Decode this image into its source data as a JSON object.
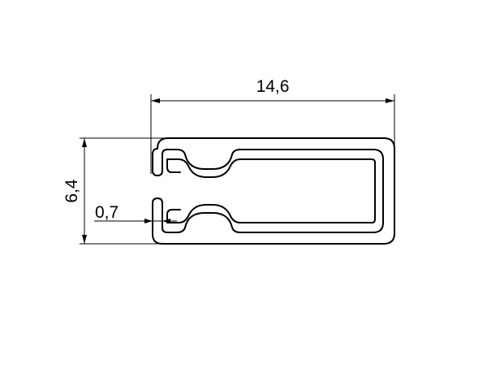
{
  "dimensions": {
    "width": "14,6",
    "height": "6,4",
    "wall": "0,7"
  },
  "colors": {
    "line": "#000000",
    "background": "#ffffff"
  }
}
